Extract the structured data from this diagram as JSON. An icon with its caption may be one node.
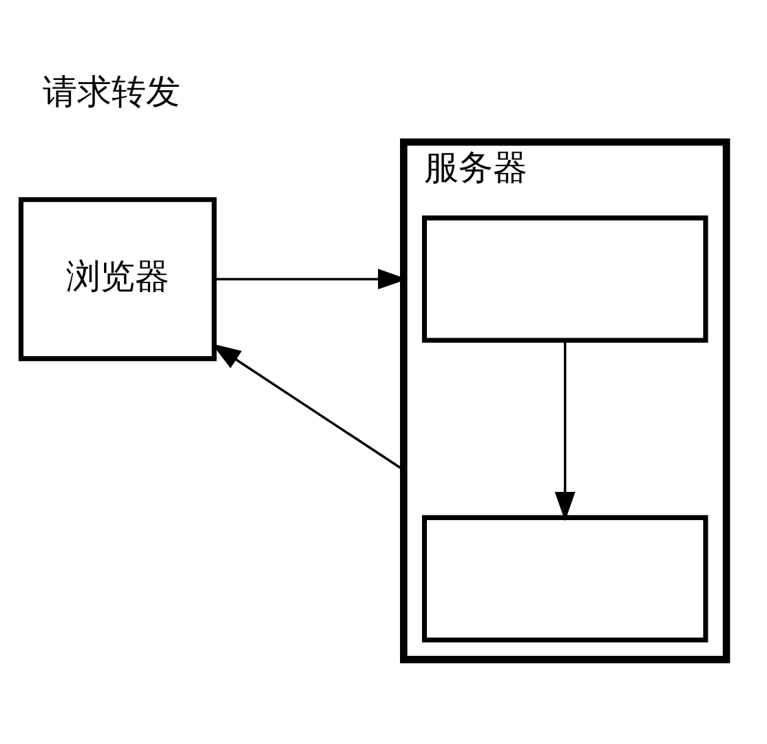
{
  "diagram": {
    "title": "请求转发",
    "nodes": [
      {
        "text": [
          "浏览器"
        ]
      },
      {
        "text": [
          "服务器"
        ]
      },
      {
        "text": [],
        "shape": "box",
        "in": 1
      },
      {
        "text": [],
        "shape": "box",
        "in": 1
      }
    ],
    "edges": [
      {
        "from": 0,
        "to": 1,
        "arrow": "to"
      },
      {
        "from": 2,
        "to": 3,
        "arrow": "to"
      },
      {
        "from": 1,
        "to": 0,
        "arrow": "to"
      }
    ]
  }
}
